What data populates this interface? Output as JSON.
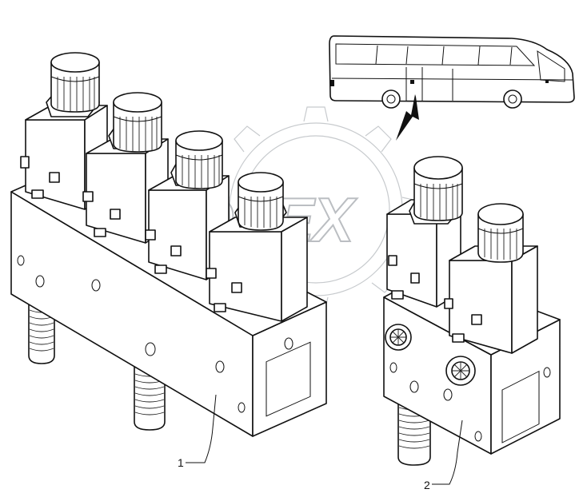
{
  "drawing": {
    "callouts": [
      {
        "label": "1"
      },
      {
        "label": "2"
      }
    ],
    "watermark": "OPEX"
  }
}
